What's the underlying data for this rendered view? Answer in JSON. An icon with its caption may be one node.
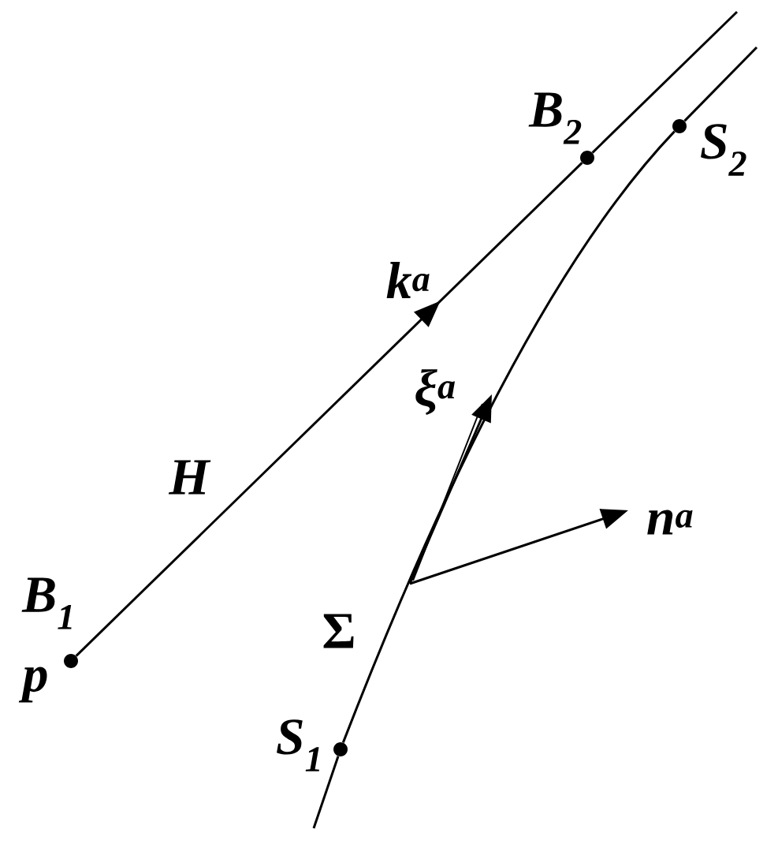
{
  "diagram": {
    "nodes": [
      {
        "text": [
          "B$_{1}$",
          "p"
        ]
      },
      {
        "text": [
          "B$_{2}$"
        ]
      },
      {
        "text": [
          "S$_{1}$"
        ]
      },
      {
        "text": [
          "S$_{2}$"
        ]
      }
    ],
    "edges": [
      {
        "from": 0,
        "to": 1,
        "arrow": "to",
        "label": "H"
      },
      {
        "from": 1,
        "to": null,
        "arrow": "none"
      },
      {
        "from": 2,
        "to": 3,
        "arrow": "none"
      },
      {
        "from": null,
        "to": 2,
        "arrow": "none"
      },
      {
        "from": 3,
        "to": null,
        "arrow": "none"
      }
    ],
    "labels": [
      "k$^{a}$",
      "ξ$^{a}$",
      "n$^{a}$",
      "Σ"
    ]
  }
}
